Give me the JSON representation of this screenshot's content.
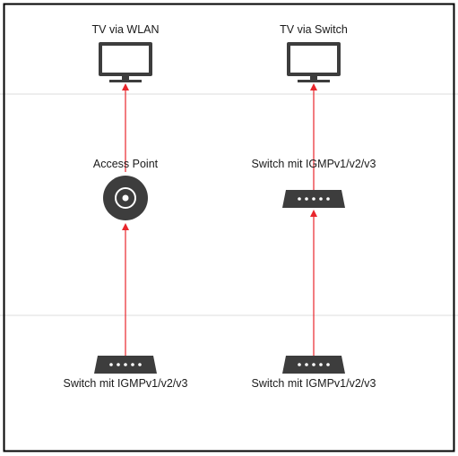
{
  "colors": {
    "device": "#3d3d3d",
    "connector": "#e8262c",
    "frame": "#000000",
    "grid": "#dddddd"
  },
  "nodes": {
    "tv_wlan": {
      "label": "TV via WLAN",
      "icon": "monitor-icon"
    },
    "tv_switch": {
      "label": "TV via Switch",
      "icon": "monitor-icon"
    },
    "access_point": {
      "label": "Access Point",
      "icon": "access-point-icon"
    },
    "switch_mid": {
      "label": "Switch mit IGMPv1/v2/v3",
      "icon": "network-switch-icon"
    },
    "switch_bottom_left": {
      "label": "Switch mit IGMPv1/v2/v3",
      "icon": "network-switch-icon"
    },
    "switch_bottom_right": {
      "label": "Switch mit IGMPv1/v2/v3",
      "icon": "network-switch-icon"
    }
  },
  "edges": [
    {
      "from": "switch_bottom_left",
      "to": "access_point"
    },
    {
      "from": "access_point",
      "to": "tv_wlan"
    },
    {
      "from": "switch_bottom_right",
      "to": "switch_mid"
    },
    {
      "from": "switch_mid",
      "to": "tv_switch"
    }
  ]
}
